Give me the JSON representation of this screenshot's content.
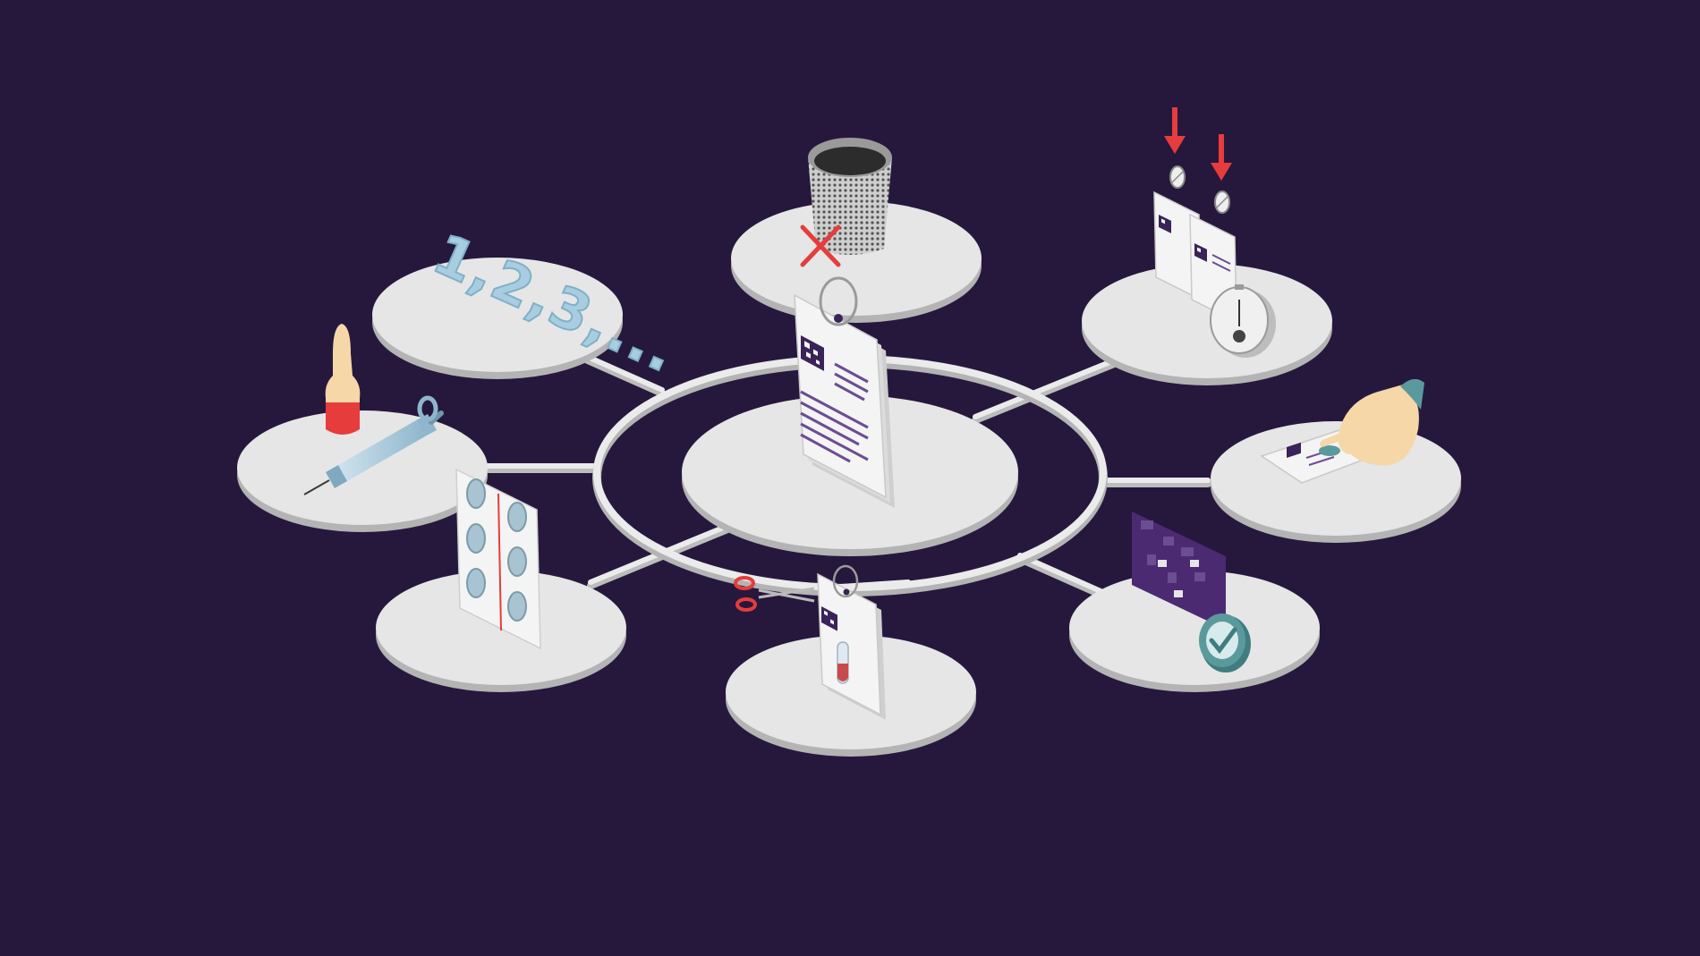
{
  "colors": {
    "background": "#26183d",
    "platform_top": "#e6e6e6",
    "platform_side": "#b4b4b4",
    "ring": "#e8e8e8",
    "accent_red": "#e63c3c",
    "accent_purple": "#4b2a72",
    "accent_teal": "#5b9a9c",
    "light_blue": "#a9cde0"
  },
  "hub": {
    "icon": "medication-label-stack-icon"
  },
  "nodes": [
    {
      "id": "waste",
      "icon": "trash-bin-icon"
    },
    {
      "id": "counting",
      "icon": "numbers-icon",
      "label": "1,2,3,..."
    },
    {
      "id": "injection",
      "icon": "ampoule-syringe-icon"
    },
    {
      "id": "tablets",
      "icon": "blister-pack-icon"
    },
    {
      "id": "sample",
      "icon": "scissors-label-tube-icon"
    },
    {
      "id": "verification",
      "icon": "qr-code-check-icon"
    },
    {
      "id": "confirmation",
      "icon": "hand-scan-label-icon"
    },
    {
      "id": "timing",
      "icon": "dose-timer-icon"
    }
  ]
}
